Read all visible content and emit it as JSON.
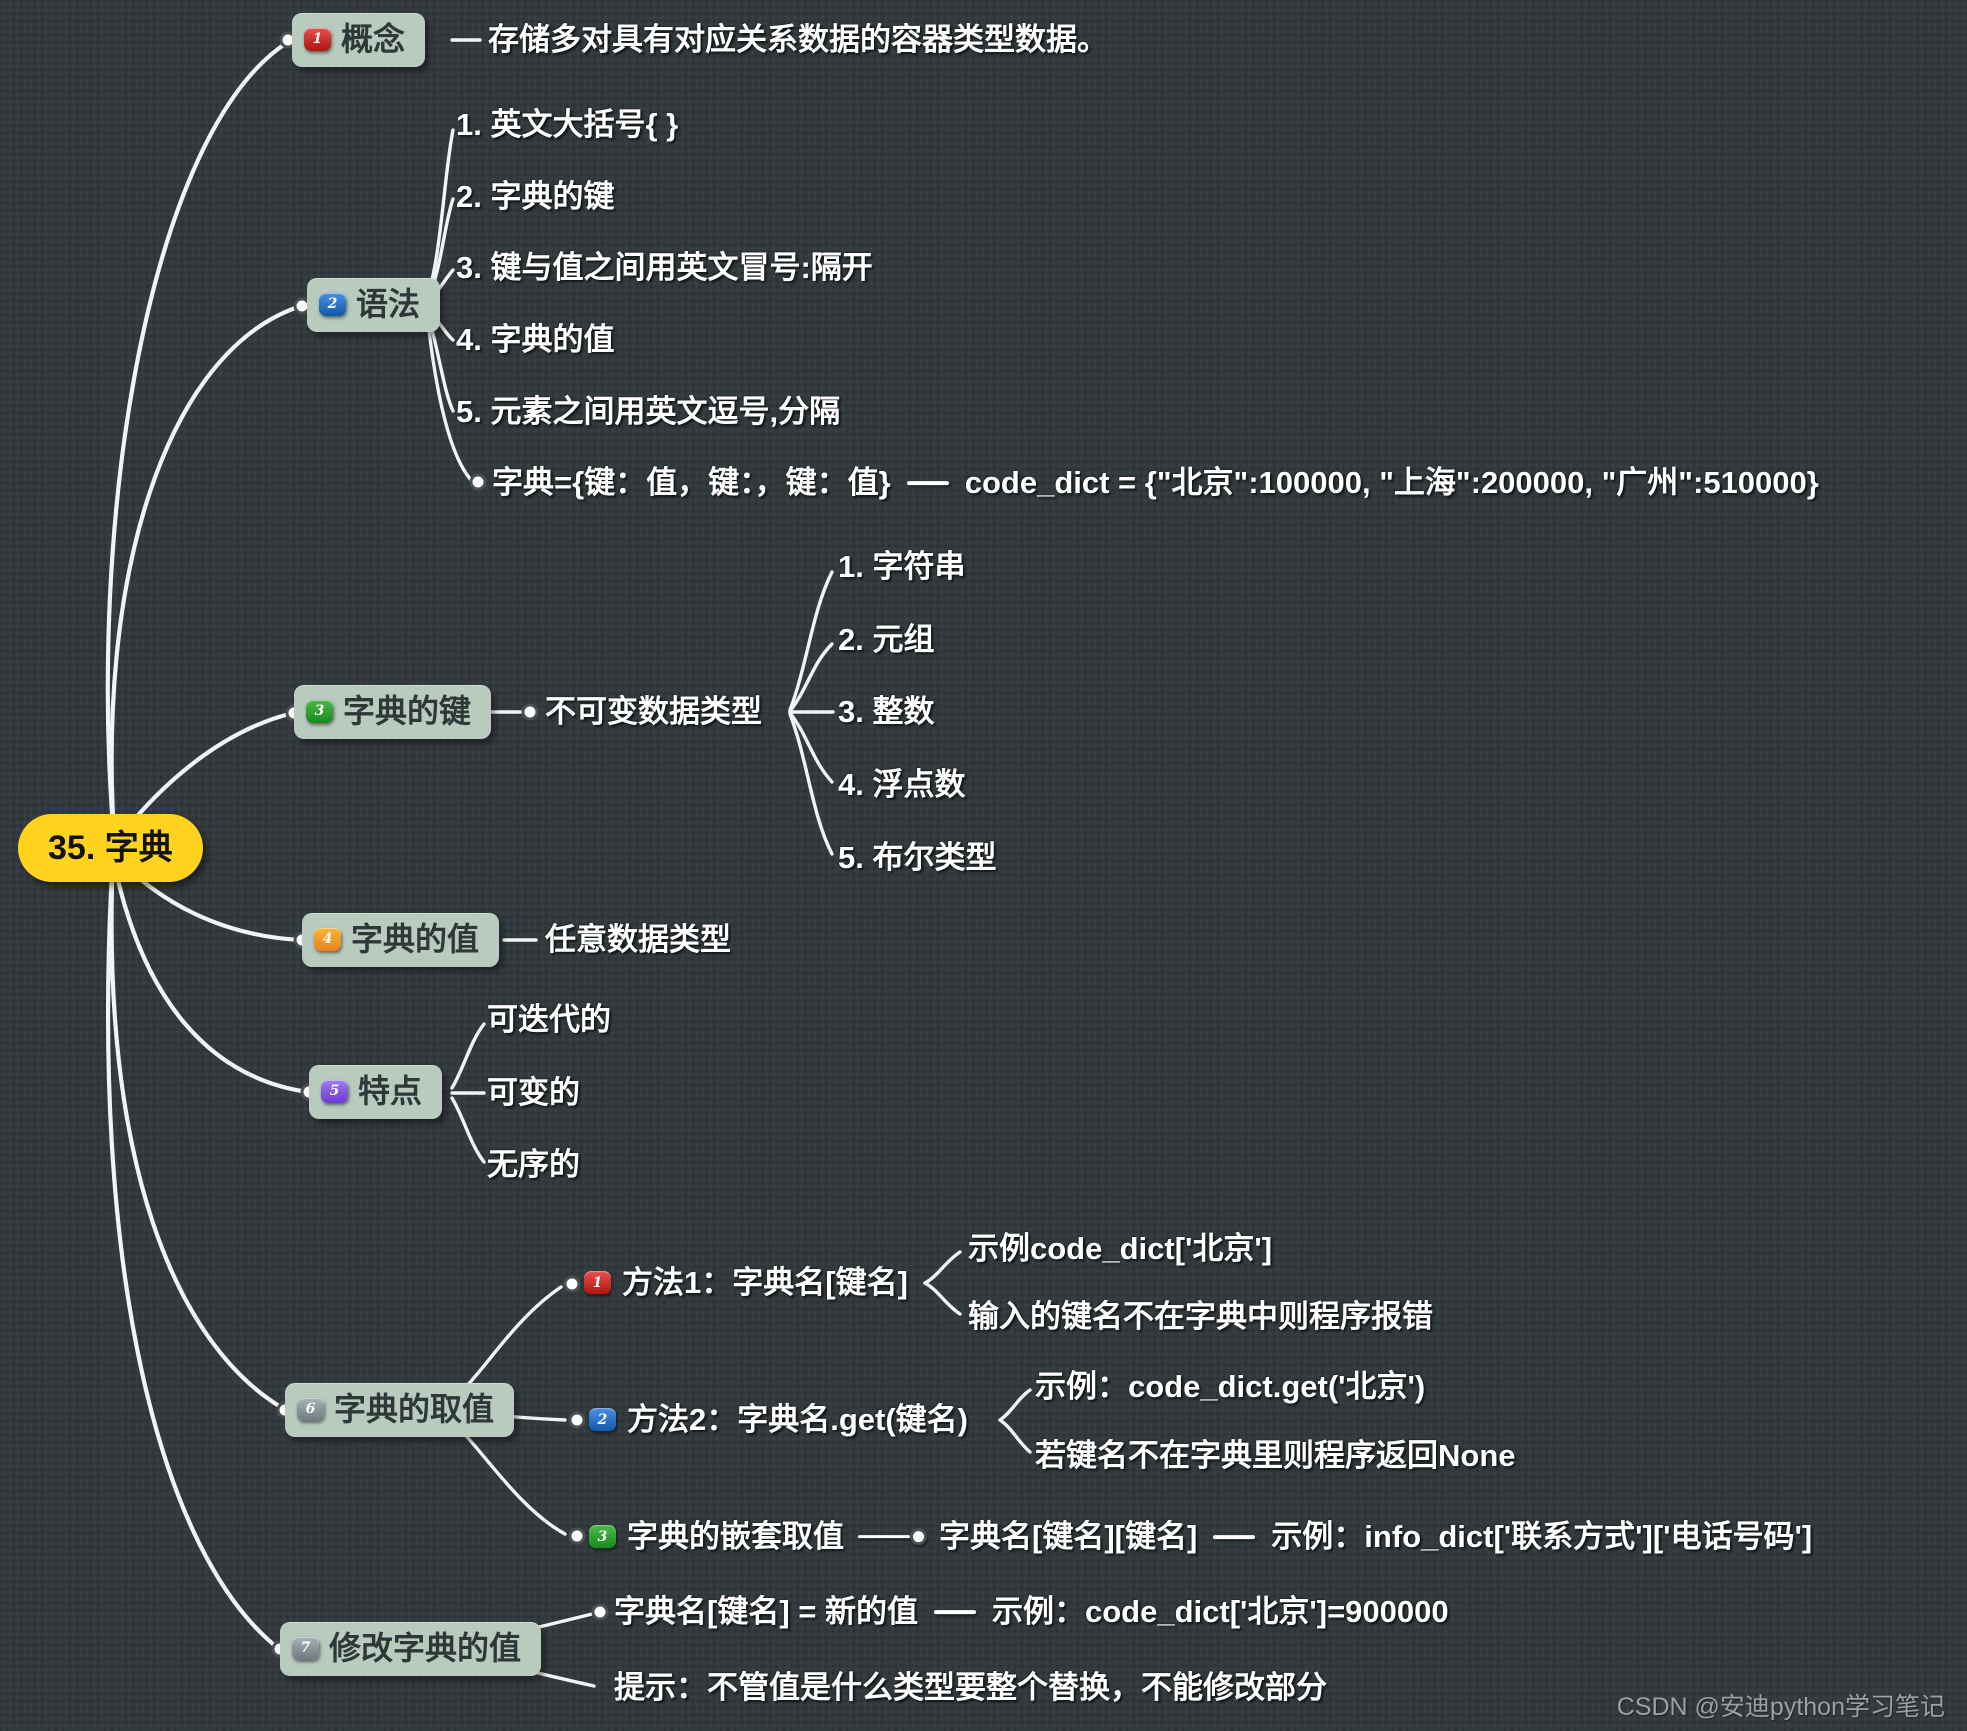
{
  "root": {
    "label": "35. 字典"
  },
  "branches": [
    {
      "label": "概念",
      "badge": "1",
      "desc": "存储多对具有对应关系数据的容器类型数据。"
    },
    {
      "label": "语法",
      "badge": "2",
      "items": [
        "1. 英文大括号{ }",
        "2. 字典的键",
        "3. 键与值之间用英文冒号:隔开",
        "4. 字典的值",
        "5. 元素之间用英文逗号,分隔"
      ],
      "pattern": "字典={键：值，键：，键：值}",
      "example": "code_dict = {\"北京\":100000, \"上海\":200000, \"广州\":510000}"
    },
    {
      "label": "字典的键",
      "badge": "3",
      "child": "不可变数据类型",
      "types": [
        "1. 字符串",
        "2. 元组",
        "3. 整数",
        "4. 浮点数",
        "5. 布尔类型"
      ]
    },
    {
      "label": "字典的值",
      "badge": "4",
      "child": "任意数据类型"
    },
    {
      "label": "特点",
      "badge": "5",
      "items": [
        "可迭代的",
        "可变的",
        "无序的"
      ]
    },
    {
      "label": "字典的取值",
      "badge": "6",
      "methods": [
        {
          "badge": "1",
          "label": "方法1：字典名[键名]",
          "example": "示例code_dict['北京']",
          "note": "输入的键名不在字典中则程序报错"
        },
        {
          "badge": "2",
          "label": "方法2：字典名.get(键名)",
          "example": "示例：code_dict.get('北京')",
          "note": "若键名不在字典里则程序返回None"
        },
        {
          "badge": "3",
          "label": "字典的嵌套取值",
          "syntax": "字典名[键名][键名]",
          "example": "示例：info_dict['联系方式']['电话号码']"
        }
      ]
    },
    {
      "label": "修改字典的值",
      "badge": "7",
      "syntax": "字典名[键名] = 新的值",
      "example": "示例：code_dict['北京']=900000",
      "note": "提示：不管值是什么类型要整个替换，不能修改部分"
    }
  ],
  "watermark": "CSDN @安迪python学习笔记",
  "colors": {
    "canvas_bg": "#333a3d",
    "node_pill": "#b9cabf",
    "root_node": "#ffd31e",
    "leaf_text": "#ffffff",
    "connector": "#f2f3f3",
    "badge_red": "#c9201d",
    "badge_blue": "#1b6ec2",
    "badge_green": "#26a228",
    "badge_orange": "#ef8d1f",
    "badge_purple": "#7d53e6",
    "badge_gray": "#828d92"
  }
}
